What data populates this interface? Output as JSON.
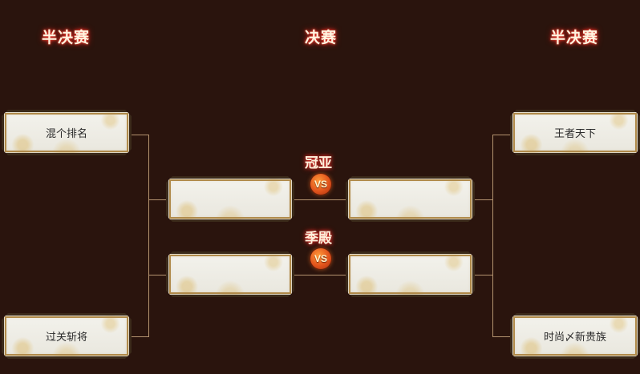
{
  "headers": {
    "left": "半决赛",
    "center": "决赛",
    "right": "半决赛"
  },
  "semifinal_left": {
    "top_team": "混个排名",
    "bottom_team": "过关斩将"
  },
  "semifinal_right": {
    "top_team": "王者天下",
    "bottom_team": "时尚〆新贵族"
  },
  "final": {
    "champion_label": "冠亚",
    "third_place_label": "季殿",
    "vs_label": "VS",
    "champion_left_team": "",
    "champion_right_team": "",
    "third_left_team": "",
    "third_right_team": ""
  },
  "colors": {
    "background": "#2a140d",
    "connector": "#b59470",
    "title_glow": "#e0302a",
    "vs_badge": "#e2541c"
  }
}
